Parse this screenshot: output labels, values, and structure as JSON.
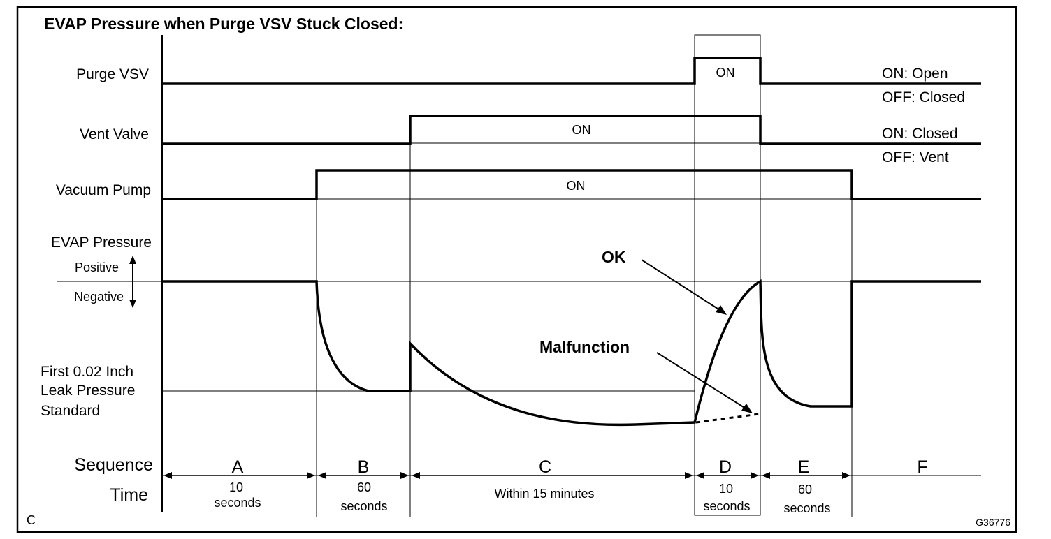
{
  "title": "EVAP Pressure when Purge VSV Stuck Closed:",
  "rows": {
    "purge_vsv": {
      "label": "Purge VSV",
      "on_text": "ON",
      "legend_on": "ON: Open",
      "legend_off": "OFF: Closed"
    },
    "vent_valve": {
      "label": "Vent Valve",
      "on_text": "ON",
      "legend_on": "ON: Closed",
      "legend_off": "OFF: Vent"
    },
    "vacuum_pump": {
      "label": "Vacuum Pump",
      "on_text": "ON"
    },
    "evap_pressure": {
      "label": "EVAP Pressure",
      "positive": "Positive",
      "negative": "Negative"
    },
    "leak_standard": {
      "line1": "First 0.02 Inch",
      "line2": "Leak Pressure",
      "line3": "Standard"
    }
  },
  "annotations": {
    "ok": "OK",
    "malfunction": "Malfunction"
  },
  "sequence": {
    "label": "Sequence",
    "time_label": "Time",
    "steps": [
      {
        "id": "A",
        "time1": "10",
        "time2": "seconds"
      },
      {
        "id": "B",
        "time1": "60",
        "time2": "seconds"
      },
      {
        "id": "C",
        "time1": "Within 15 minutes",
        "time2": ""
      },
      {
        "id": "D",
        "time1": "10",
        "time2": "seconds"
      },
      {
        "id": "E",
        "time1": "60",
        "time2": "seconds"
      },
      {
        "id": "F",
        "time1": "",
        "time2": ""
      }
    ]
  },
  "corner_label": "C",
  "figure_code": "G36776"
}
